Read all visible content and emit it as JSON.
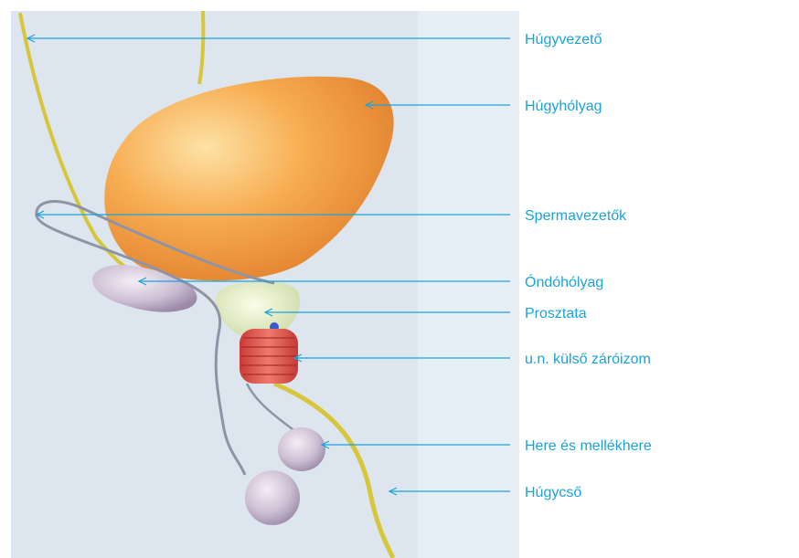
{
  "colors": {
    "leader_line": "#1aa3dc",
    "label_text": "#1aa3dc",
    "background_left": "#dde5ee",
    "background_right": "#e6eef6",
    "tube_yellow": "#d8c63a",
    "bladder": "#f29a3c",
    "sphincter": "#e0524a",
    "vas_deferens": "#8e93a6",
    "testis": "#cdbfd4"
  },
  "labels": [
    {
      "id": "ureter",
      "text": "Húgyvezető",
      "icon": "ureter"
    },
    {
      "id": "bladder",
      "text": "Húgyhólyag",
      "icon": "urinary-bladder"
    },
    {
      "id": "vas-deferens",
      "text": "Spermavezetők",
      "icon": "vas-deferens"
    },
    {
      "id": "seminal-vesicle",
      "text": "Óndóhólyag",
      "icon": "seminal-vesicle"
    },
    {
      "id": "prostate",
      "text": "Prosztata",
      "icon": "prostate"
    },
    {
      "id": "external-sphincter",
      "text": "u.n. külső záróizom",
      "icon": "external-sphincter"
    },
    {
      "id": "testis",
      "text": "Here és mellékhere",
      "icon": "testis-epididymis"
    },
    {
      "id": "urethra",
      "text": "Húgycső",
      "icon": "urethra"
    }
  ]
}
